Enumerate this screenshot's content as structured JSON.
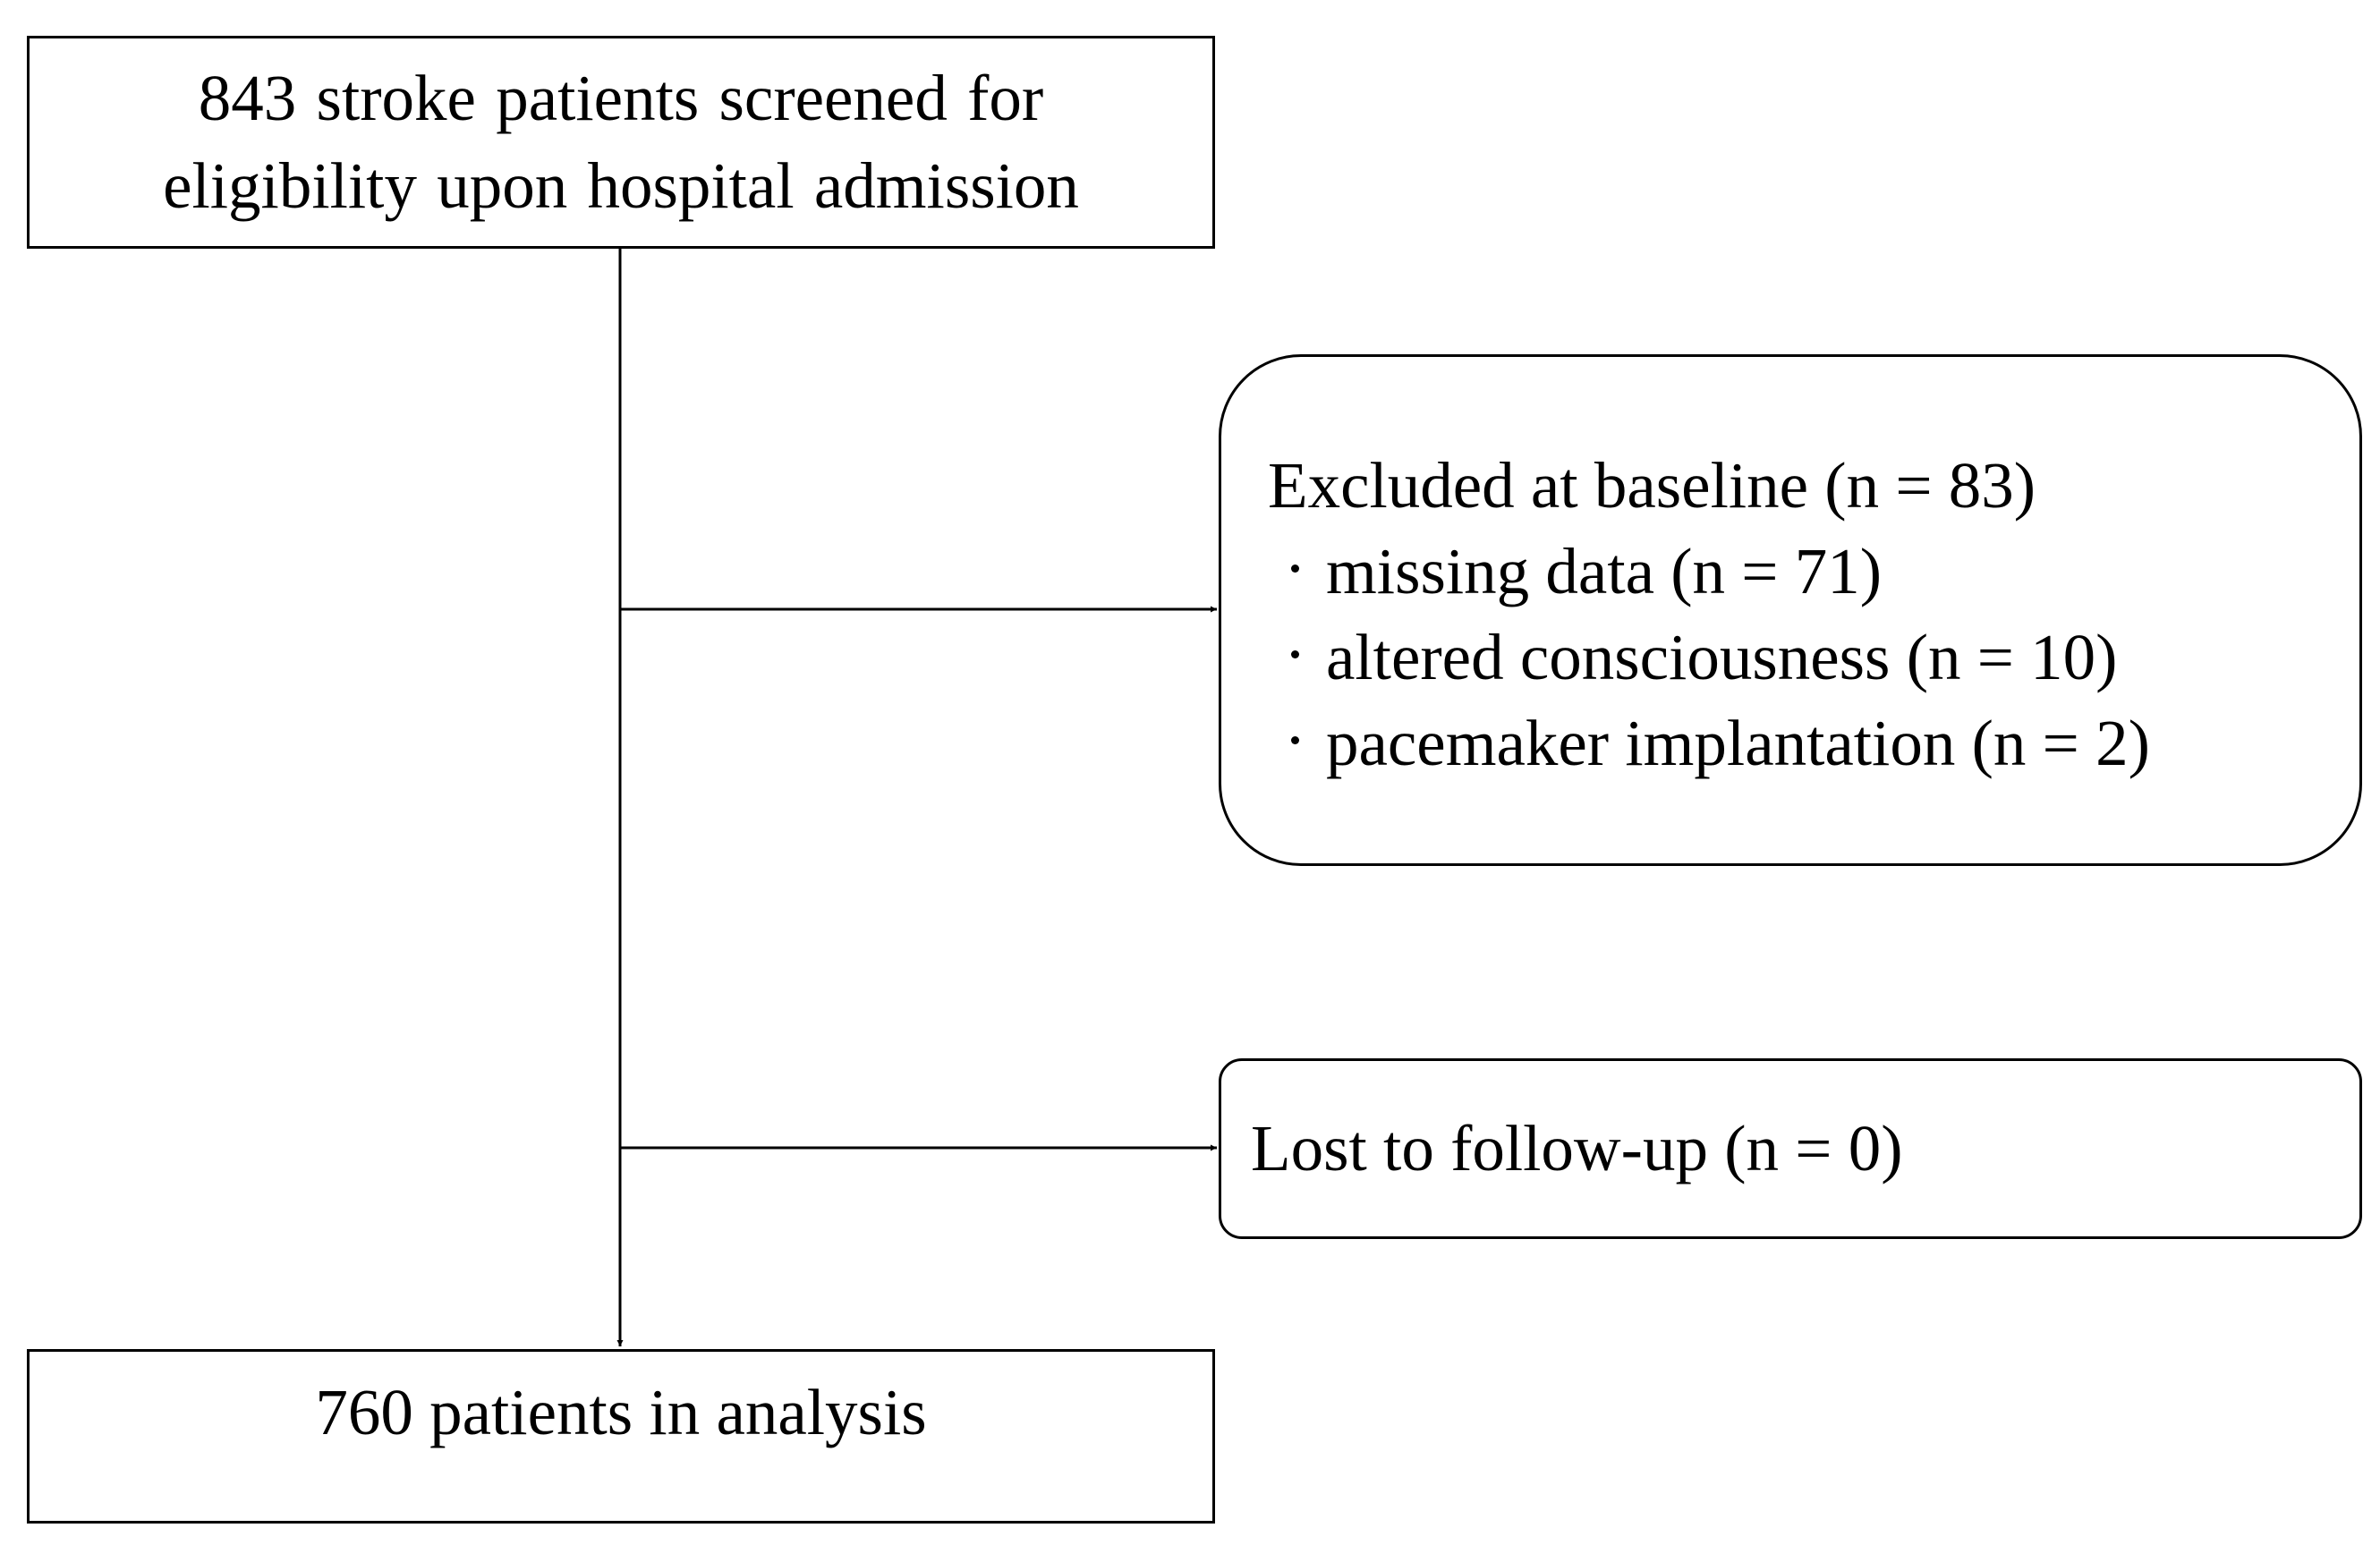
{
  "flow": {
    "screened": {
      "line1": "843 stroke patients screened for",
      "line2": "eligibility upon hospital admission"
    },
    "excluded": {
      "heading": "Excluded at baseline (n = 83)",
      "items": [
        "missing data (n = 71)",
        "altered consciousness (n = 10)",
        "pacemaker implantation (n = 2)"
      ]
    },
    "lost": {
      "label": "Lost to follow-up (n = 0)"
    },
    "analysis": {
      "label": "760 patients in analysis"
    }
  },
  "colors": {
    "stroke": "#000000",
    "background": "#ffffff"
  }
}
